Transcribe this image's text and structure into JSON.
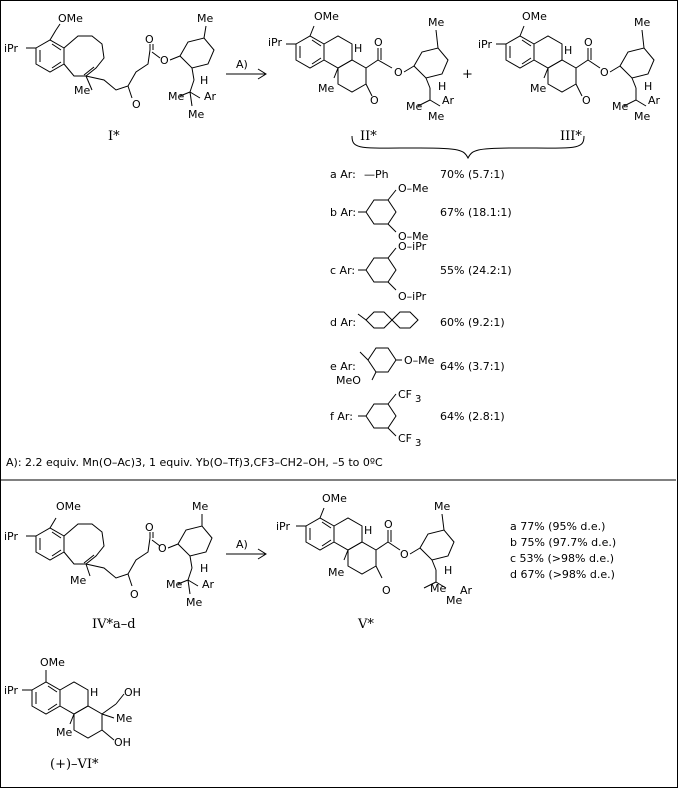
{
  "labels": {
    "ome": "OMe",
    "me": "Me",
    "ipr": "iPr",
    "o": "O",
    "h": "H",
    "ar": "Ar",
    "oh": "OH",
    "plus": "+",
    "arrow_cond": "A)"
  },
  "compounds": {
    "c1": "I*",
    "c2": "II*",
    "c3": "III*",
    "c4": "IV*a–d",
    "c5": "V*",
    "c6": "(+)–VI*"
  },
  "table": [
    {
      "label": "a Ar:",
      "sub": "—Ph",
      "yield": "70% (5.7:1)"
    },
    {
      "label": "b Ar:",
      "sub": "O–Me / O–Me",
      "yield": "67% (18.1:1)"
    },
    {
      "label": "c Ar:",
      "sub": "O–iPr / O–iPr",
      "yield": "55% (24.2:1)"
    },
    {
      "label": "d Ar:",
      "sub": "2-naphthyl",
      "yield": "60% (9.2:1)"
    },
    {
      "label": "e Ar:",
      "sub": "O–Me / MeO",
      "yield": "64% (3.7:1)"
    },
    {
      "label": "f Ar:",
      "sub": "CF3 / CF3",
      "yield": "64% (2.8:1)"
    }
  ],
  "sub_text": {
    "ome_r": "O–Me",
    "oipr": "O–iPr",
    "meo": "MeO",
    "cf3": "CF",
    "three": "3",
    "ph": "—Ph"
  },
  "conditions": "A): 2.2 equiv. Mn(O–Ac)3, 1 equiv. Yb(O–Tf)3,CF3–CH2–OH, –5 to 0ºC",
  "de_results": [
    "a 77% (95% d.e.)",
    "b 75% (97.7% d.e.)",
    "c 53% (>98% d.e.)",
    "d 67% (>98% d.e.)"
  ]
}
